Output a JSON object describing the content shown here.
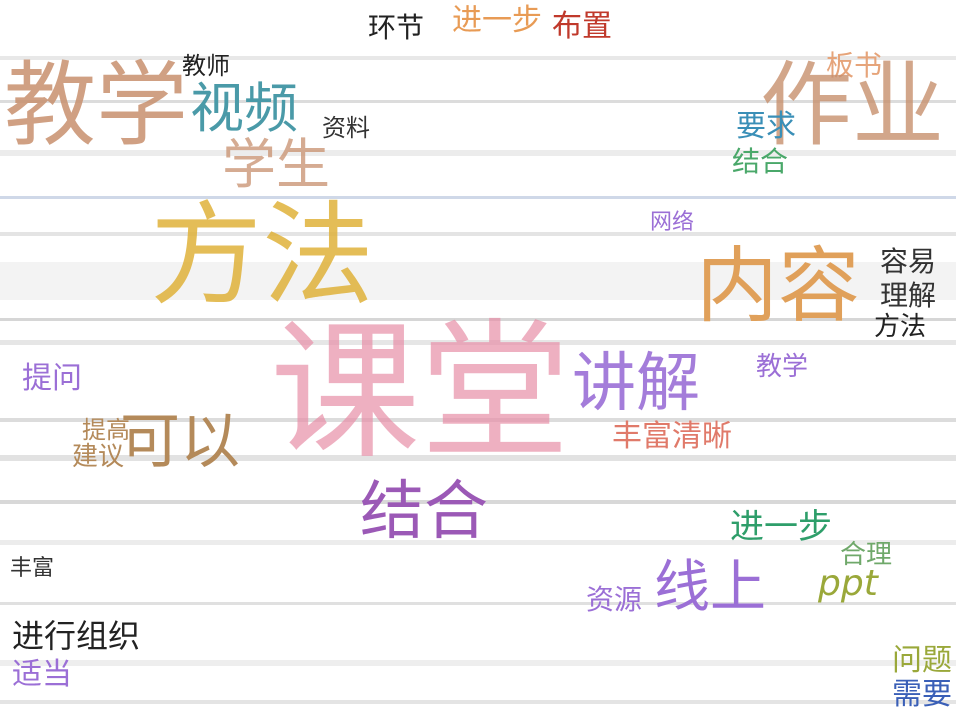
{
  "words": [
    {
      "id": "w01",
      "text": "环节",
      "color": "#222222"
    },
    {
      "id": "w02",
      "text": "进一步",
      "color": "#e89b55"
    },
    {
      "id": "w03",
      "text": "布置",
      "color": "#c0392b"
    },
    {
      "id": "w04",
      "text": "教师",
      "color": "#222222"
    },
    {
      "id": "w05",
      "text": "板书",
      "color": "#e6a47a"
    },
    {
      "id": "w06",
      "text": "教学",
      "color": "#c8906e"
    },
    {
      "id": "w07",
      "text": "视频",
      "color": "#4a9aa8"
    },
    {
      "id": "w08",
      "text": "资料",
      "color": "#333333"
    },
    {
      "id": "w09",
      "text": "作业",
      "color": "#c8906e"
    },
    {
      "id": "w10",
      "text": "要求",
      "color": "#3a8fb7"
    },
    {
      "id": "w11",
      "text": "结合",
      "color": "#4aa86a"
    },
    {
      "id": "w12",
      "text": "学生",
      "color": "#c8906e"
    },
    {
      "id": "w13",
      "text": "网络",
      "color": "#9b6fd6"
    },
    {
      "id": "w14",
      "text": "方法",
      "color": "#e0b23a"
    },
    {
      "id": "w15",
      "text": "内容",
      "color": "#e0a05a"
    },
    {
      "id": "w16",
      "text": "容易",
      "color": "#333333"
    },
    {
      "id": "w17",
      "text": "理解",
      "color": "#333333"
    },
    {
      "id": "w18",
      "text": "方法",
      "color": "#222222"
    },
    {
      "id": "w19",
      "text": "提问",
      "color": "#9b6fd6"
    },
    {
      "id": "w20",
      "text": "讲解",
      "color": "#9b6fd6"
    },
    {
      "id": "w21",
      "text": "教学",
      "color": "#9b6fd6"
    },
    {
      "id": "w22",
      "text": "可以",
      "color": "#b48a5a"
    },
    {
      "id": "w23",
      "text": "建议",
      "color": "#b48a5a"
    },
    {
      "id": "w24",
      "text": "丰富清晰",
      "color": "#e07a6a"
    },
    {
      "id": "w25",
      "text": "提高",
      "color": "#b48a5a"
    },
    {
      "id": "w26",
      "text": "课堂",
      "color": "#e88fa8"
    },
    {
      "id": "w27",
      "text": "结合",
      "color": "#9b59b6"
    },
    {
      "id": "w28",
      "text": "进一步",
      "color": "#2e9e6a"
    },
    {
      "id": "w29",
      "text": "合理",
      "color": "#6fa86a"
    },
    {
      "id": "w30",
      "text": "丰富",
      "color": "#333333"
    },
    {
      "id": "w31",
      "text": "资源",
      "color": "#9b6fd6"
    },
    {
      "id": "w32",
      "text": "线上",
      "color": "#9b6fd6"
    },
    {
      "id": "w33",
      "text": "ppt",
      "color": "#9aa83a"
    },
    {
      "id": "w34",
      "text": "进行组织",
      "color": "#222222"
    },
    {
      "id": "w35",
      "text": "适当",
      "color": "#9b6fd6"
    },
    {
      "id": "w36",
      "text": "问题",
      "color": "#9aa83a"
    },
    {
      "id": "w37",
      "text": "需要",
      "color": "#3a5fb7"
    }
  ]
}
